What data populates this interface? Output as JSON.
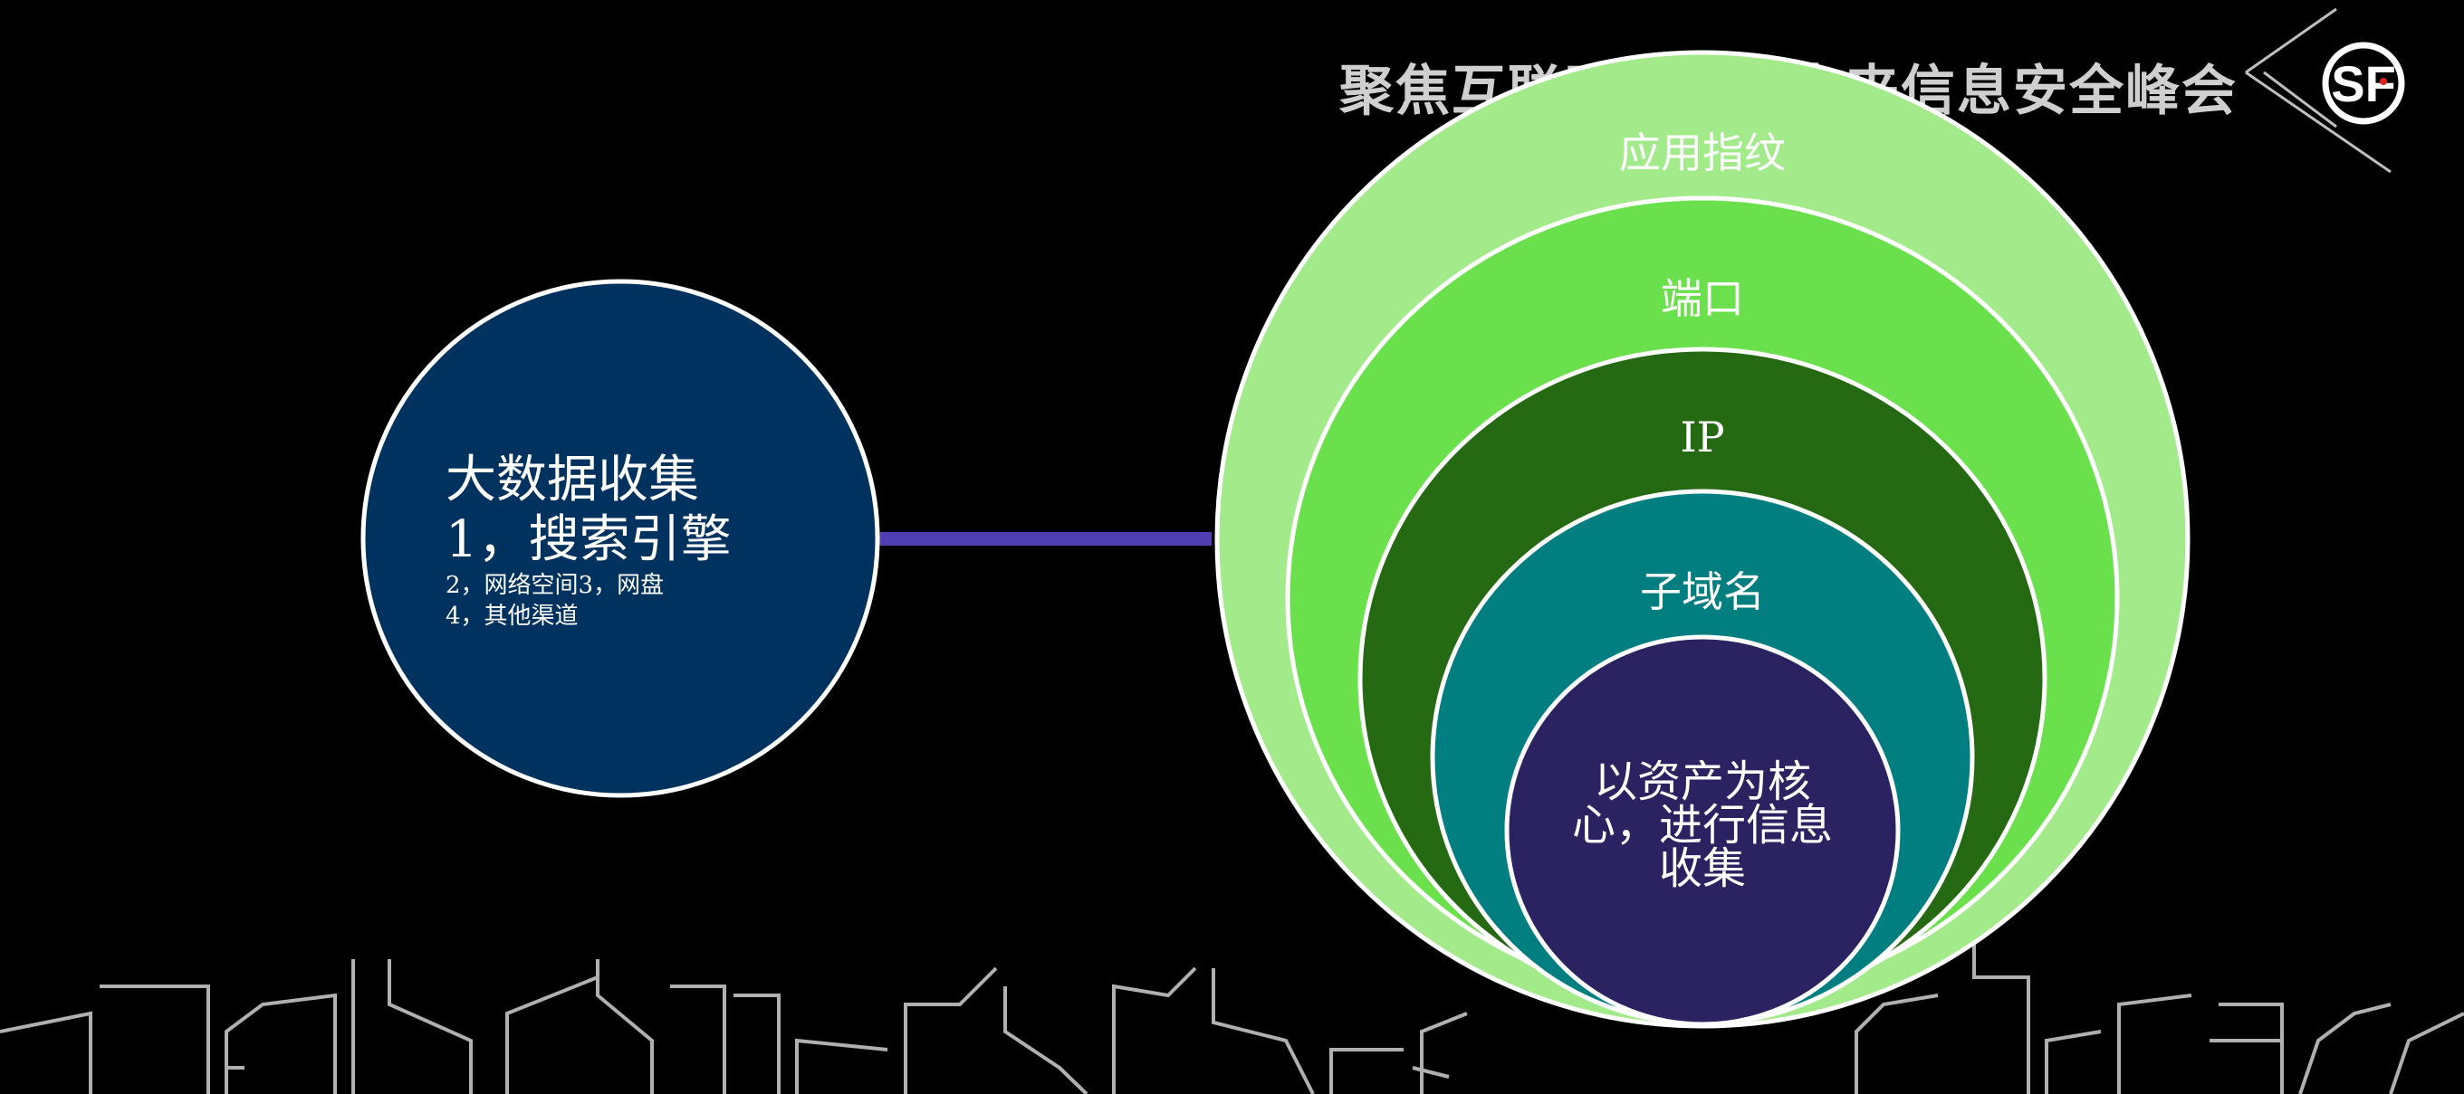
{
  "header": {
    "title": "聚焦互联网，共话未来信息安全峰会",
    "logo_text": "SF"
  },
  "left_circle": {
    "title": "大数据收集",
    "item1": "1，搜索引擎",
    "line2": "2，网络空间3，网盘",
    "line3": "4，其他渠道",
    "fill": "#00325f"
  },
  "connector": {
    "color": "#4f3fb3"
  },
  "rings": [
    {
      "label": "应用指纹",
      "fill": "#a2ea8a"
    },
    {
      "label": "端口",
      "fill": "#6ae04c"
    },
    {
      "label": "IP",
      "fill": "#256912"
    },
    {
      "label": "子域名",
      "fill": "#007e80"
    }
  ],
  "core": {
    "text": "以资产为核心，进行信息收集",
    "fill": "#2a2261"
  }
}
